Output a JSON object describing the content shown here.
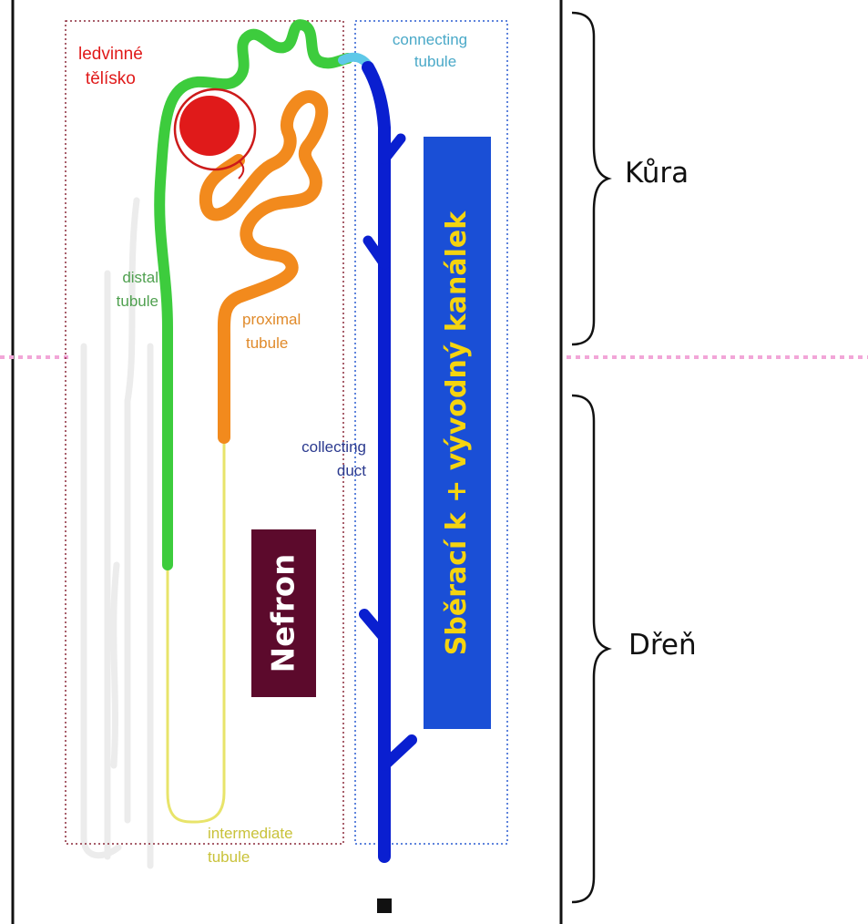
{
  "labels": {
    "renal_corpuscle": [
      "ledvinné",
      "tělísko"
    ],
    "distal_tubule": [
      "distal",
      "tubule"
    ],
    "proximal_tubule": [
      "proximal",
      "tubule"
    ],
    "connecting_tubule": [
      "connecting",
      "tubule"
    ],
    "collecting_duct": [
      "collecting",
      "duct"
    ],
    "intermediate_tubule": [
      "intermediate",
      "tubule"
    ]
  },
  "boxes": {
    "nephron": "Nefron",
    "collecting_system": "Sběrací k + vývodný kanálek"
  },
  "regions": {
    "cortex": "Kůra",
    "medulla": "Dřeň"
  },
  "colors": {
    "corpuscle": "#e01a1a",
    "distal_tubule": "#3dcc3d",
    "proximal_tubule": "#f28a1d",
    "intermediate_tubule": "#e8e46a",
    "collecting_duct": "#0a1fd0",
    "connecting_tubule": "#5ec8e8",
    "nephron_box": "#5c0a2c",
    "duct_box": "#1a4fd6",
    "duct_box_text": "#f5d40f",
    "border_line": "#f2a6d8"
  }
}
